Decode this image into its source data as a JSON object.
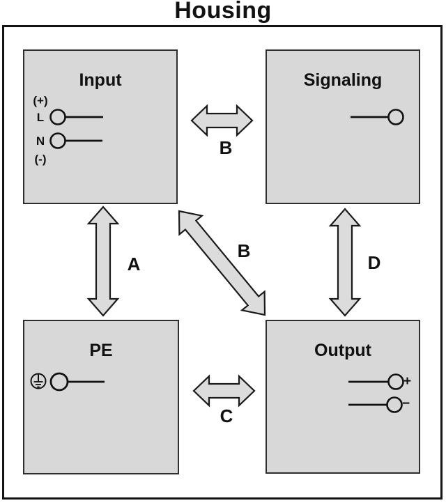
{
  "title": "Housing",
  "boxes": {
    "input": {
      "label": "Input",
      "terminals": {
        "plus_mark": "(+)",
        "line": "L",
        "neutral": "N",
        "minus_mark": "(-)"
      }
    },
    "signaling": {
      "label": "Signaling"
    },
    "pe": {
      "label": "PE"
    },
    "output": {
      "label": "Output",
      "terminals": {
        "plus": "+",
        "minus": "−"
      }
    }
  },
  "arrows": {
    "a": {
      "label": "A",
      "connects": "Input–PE"
    },
    "b_top": {
      "label": "B",
      "connects": "Input–Signaling"
    },
    "b_diagonal": {
      "label": "B",
      "connects": "Input–Output"
    },
    "c": {
      "label": "C",
      "connects": "PE–Output"
    },
    "d": {
      "label": "D",
      "connects": "Signaling–Output"
    }
  },
  "colors": {
    "box_fill": "#d8d8d8",
    "arrow_fill": "#dcdcdc",
    "outline": "#1a1a1a"
  }
}
